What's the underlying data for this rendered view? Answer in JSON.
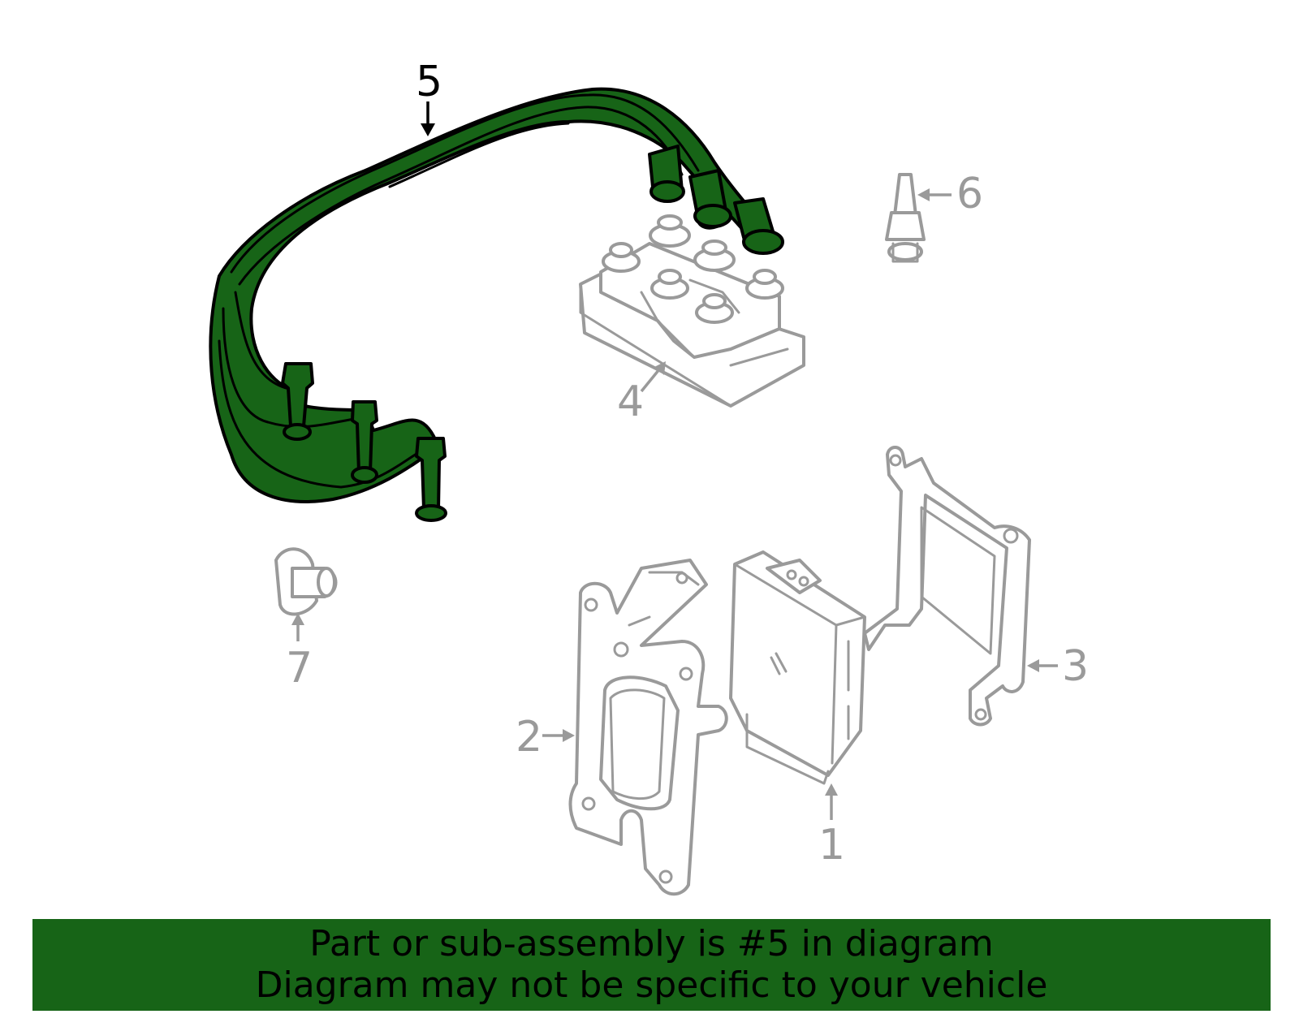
{
  "diagram": {
    "highlight_color": "#176417",
    "inactive_color": "#9a9a9a",
    "callouts": [
      {
        "id": "1",
        "label": "1"
      },
      {
        "id": "2",
        "label": "2"
      },
      {
        "id": "3",
        "label": "3"
      },
      {
        "id": "4",
        "label": "4"
      },
      {
        "id": "5",
        "label": "5",
        "highlighted": true
      },
      {
        "id": "6",
        "label": "6"
      },
      {
        "id": "7",
        "label": "7"
      }
    ]
  },
  "banner": {
    "line1": "Part or sub-assembly is #5 in diagram",
    "line2": "Diagram may not be specific to your vehicle",
    "background": "#176417"
  }
}
